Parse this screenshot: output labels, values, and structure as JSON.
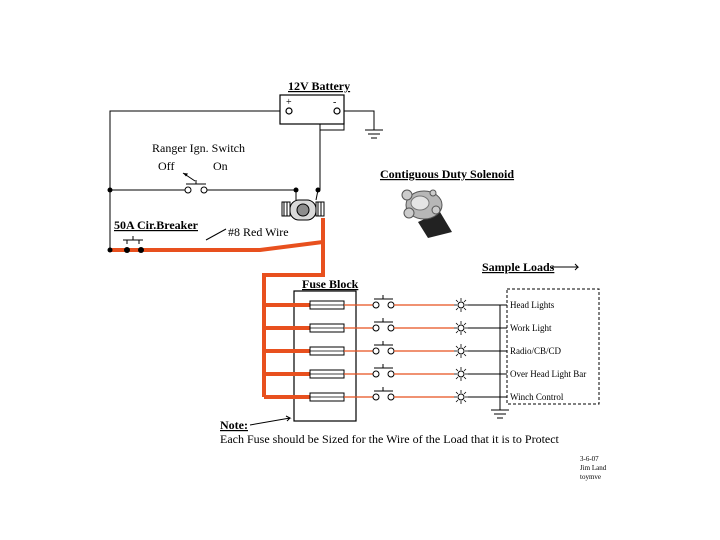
{
  "battery": {
    "title": "12V Battery",
    "plus": "+",
    "minus": "-"
  },
  "switch": {
    "title": "Ranger Ign. Switch",
    "off": "Off",
    "on": "On"
  },
  "solenoid": {
    "title": "Contiguous Duty Solenoid"
  },
  "breaker": {
    "title": "50A Cir.Breaker"
  },
  "wire": {
    "label": "#8 Red Wire"
  },
  "fuse_block": {
    "title": "Fuse Block"
  },
  "sample_loads": {
    "title": "Sample Loads",
    "items": [
      "Head Lights",
      "Work Light",
      "Radio/CB/CD",
      "Over Head Light Bar",
      "Winch Control"
    ]
  },
  "note": {
    "title": "Note:",
    "text": "Each Fuse should be Sized for the Wire of the Load that it is to Protect"
  },
  "signature": {
    "date": "3-6-07",
    "author": "Jim Land",
    "handle": "toymve"
  },
  "colors": {
    "red_wire": "#e8501e",
    "line": "#000000"
  }
}
